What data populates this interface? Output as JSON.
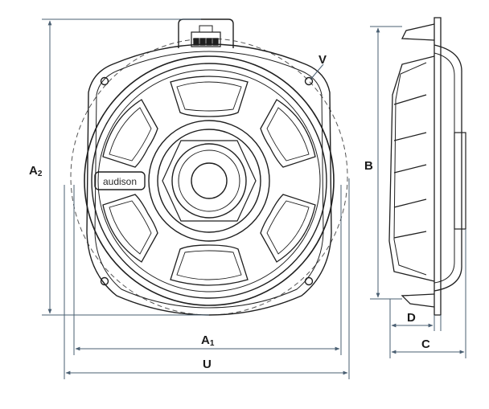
{
  "labels": {
    "a2": "A",
    "a2_sub": "2",
    "a1": "A",
    "a1_sub": "1",
    "u": "U",
    "v": "V",
    "b": "B",
    "d": "D",
    "c": "C"
  },
  "logo": {
    "text": "audison"
  },
  "colors": {
    "line": "#1f1f1f",
    "dim_line": "#4a5f72",
    "dash": "#555555"
  }
}
